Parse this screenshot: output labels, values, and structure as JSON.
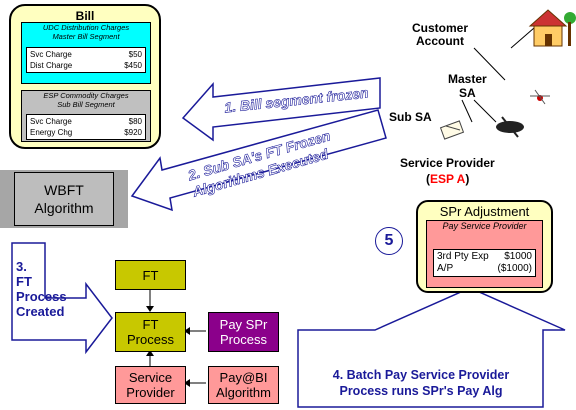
{
  "bill": {
    "title": "Bill",
    "udc_header": "UDC Distribution Charges\nMaster Bill Segment",
    "udc_lines": [
      {
        "label": "Svc Charge",
        "value": "$50"
      },
      {
        "label": "Dist Charge",
        "value": "$450"
      }
    ],
    "esp_header": "ESP Commodity Charges\nSub Bill Segment",
    "esp_lines": [
      {
        "label": "Svc Charge",
        "value": "$80"
      },
      {
        "label": "Energy Chg",
        "value": "$920"
      }
    ]
  },
  "wbft": "WBFT\nAlgorithm",
  "arrows": {
    "a1": "1. Bill segment frozen",
    "a2": "2. Sub SA's FT Frozen\nAlgorithms Executed",
    "a3": "3.\nFT\nProcess\nCreated",
    "a4": "4. Batch Pay Service Provider\nProcess runs SPr's Pay Alg"
  },
  "labels": {
    "customer_account": "Customer\nAccount",
    "master_sa": "Master\nSA",
    "sub_sa": "Sub SA",
    "service_provider": "Service Provider",
    "esp_a_open": "(",
    "esp_a": "ESP A",
    "esp_a_close": ")"
  },
  "spr_adjustment": {
    "title": "SPr Adjustment",
    "number": "5",
    "header": "Pay Service Provider",
    "lines": [
      {
        "label": "3rd Pty Exp",
        "value": "$1000"
      },
      {
        "label": "A/P",
        "value": "($1000)"
      }
    ]
  },
  "boxes": {
    "ft": "FT",
    "ft_process": "FT\nProcess",
    "pay_spr": "Pay SPr\nProcess",
    "service_provider": "Service\nProvider",
    "pay_bi": "Pay@BI\nAlgorithm"
  },
  "colors": {
    "bill_bg": "#ffffc0",
    "udc_bg": "#00ffff",
    "esp_bg": "#c0c0c0",
    "wbft_bg": "#a6a6a6",
    "ft_bg": "#c8c800",
    "purple": "#8b008b",
    "salmon": "#ff9999",
    "pink": "#ffcccc",
    "arrow_blue": "#1a1a99",
    "esp_red": "#ff0000"
  }
}
